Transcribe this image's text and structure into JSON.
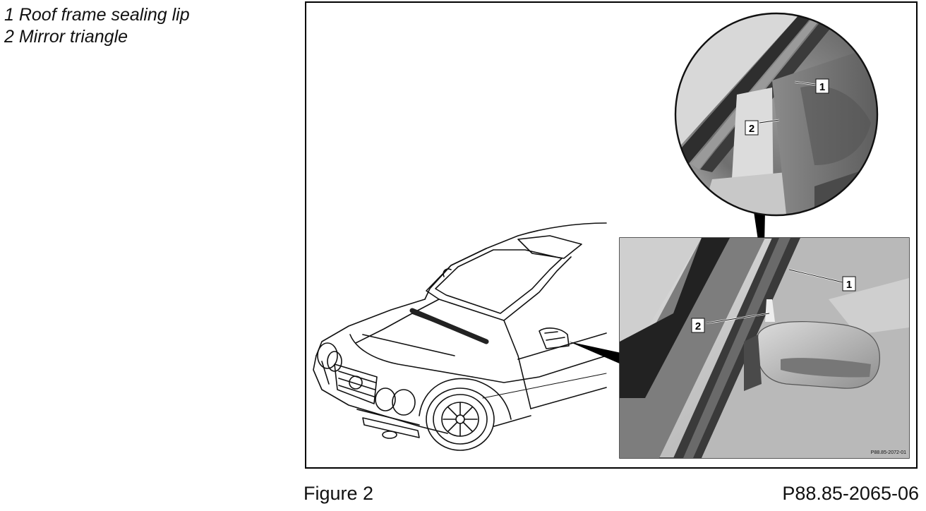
{
  "legend": {
    "items": [
      "1 Roof frame sealing lip",
      "2 Mirror triangle"
    ]
  },
  "figure": {
    "callouts": {
      "one": "1",
      "two": "2"
    },
    "inset_reference": "P88.85-2072-01"
  },
  "caption": {
    "figure_label": "Figure 2",
    "reference_code": "P88.85-2065-06"
  }
}
